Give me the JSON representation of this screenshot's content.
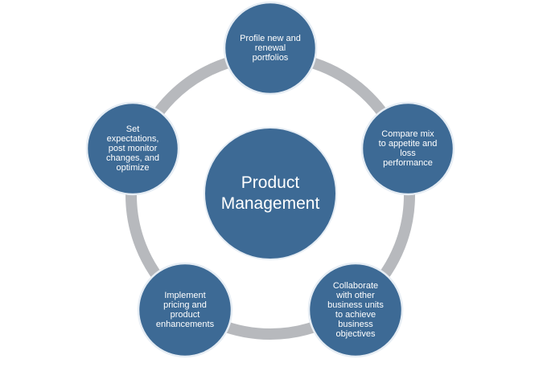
{
  "diagram": {
    "center": {
      "label": "Product\nManagement"
    },
    "nodes": [
      {
        "label": "Profile new and\nrenewal\nportfolios"
      },
      {
        "label": "Compare mix\nto appetite and\nloss\nperformance"
      },
      {
        "label": "Collaborate\nwith other\nbusiness units\nto achieve\nbusiness\nobjectives"
      },
      {
        "label": "Implement\npricing and\nproduct\nenhancements"
      },
      {
        "label": "Set\nexpectations,\npost monitor\nchanges, and\noptimize"
      }
    ],
    "colors": {
      "node_fill": "#3d6a95",
      "ring": "#b7b9bd",
      "text": "#ffffff"
    }
  }
}
